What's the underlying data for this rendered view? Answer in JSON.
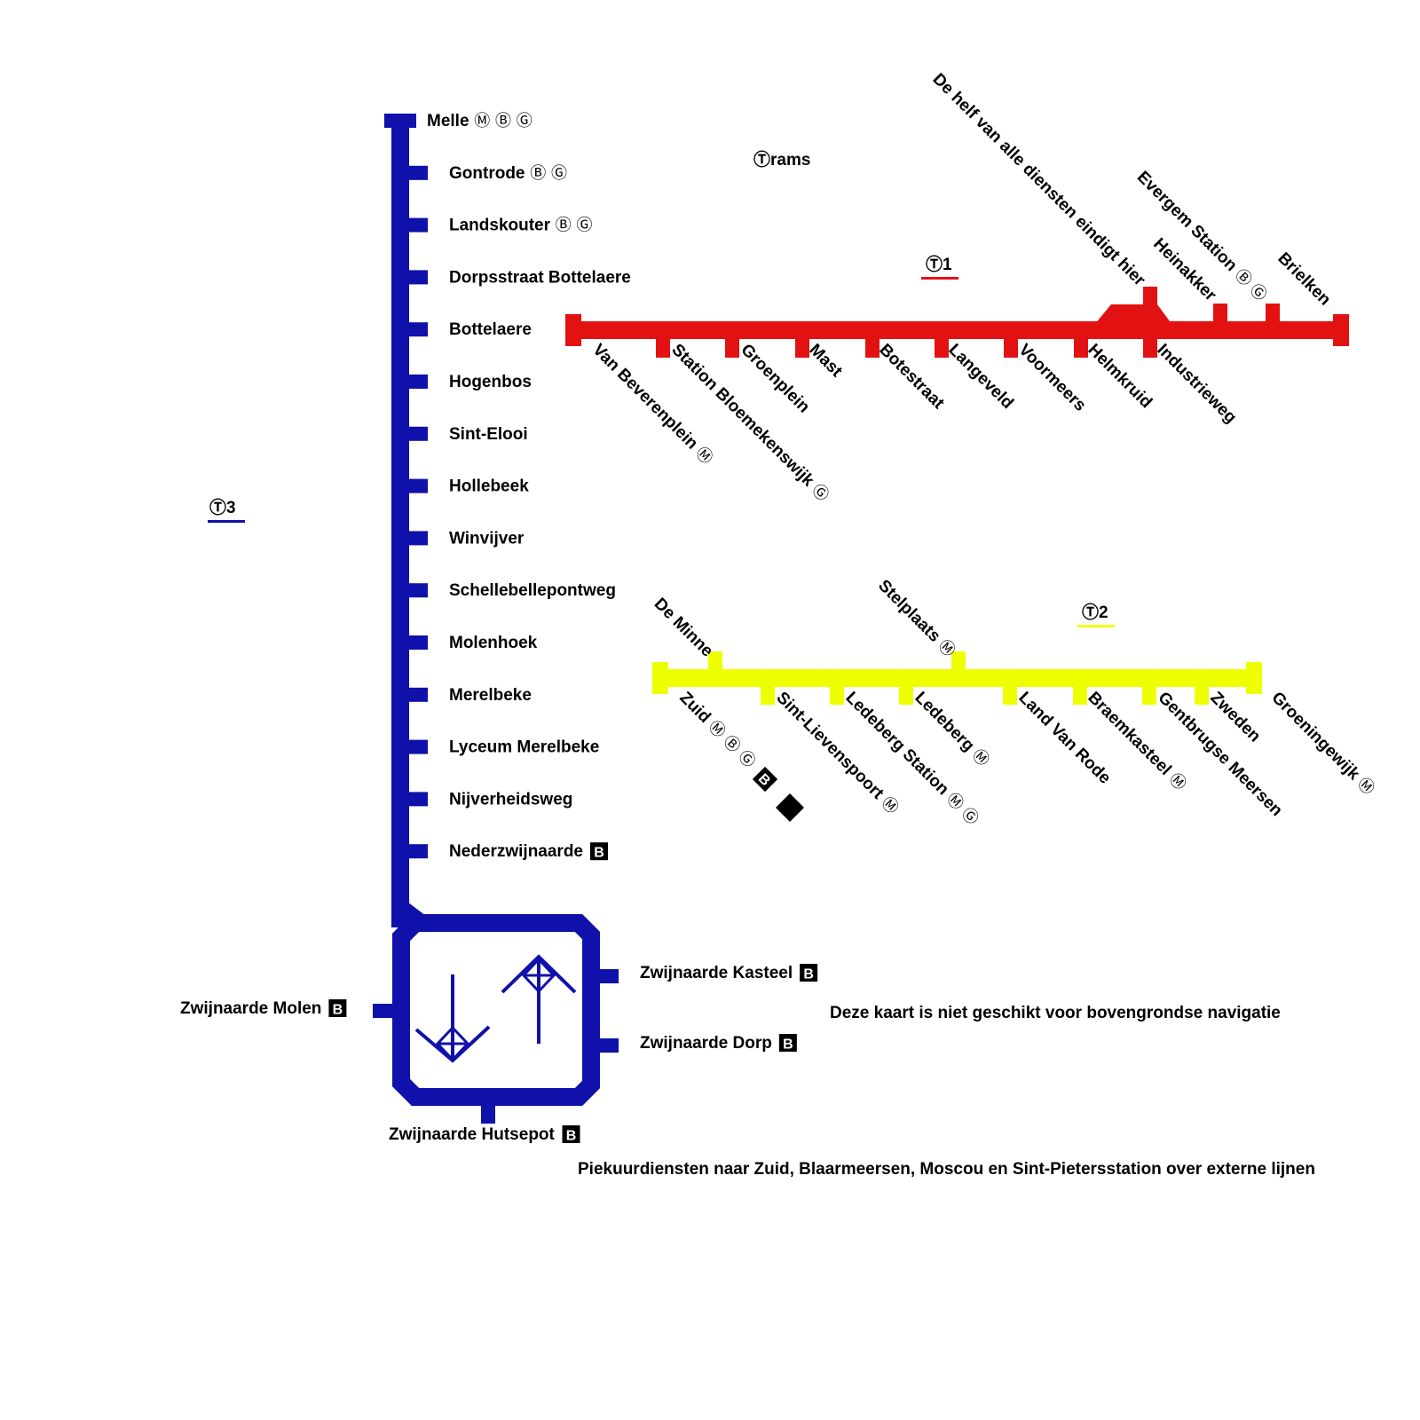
{
  "title": "Ⓣrams",
  "notes": {
    "half_services": "De helf van alle diensten eindigt hier",
    "navigation": "Deze kaart is niet geschikt voor bovengrondse navigatie",
    "peak": "Piekuurdiensten naar Zuid, Blaarmeersen, Moscou en Sint-Pietersstation over externe lijnen"
  },
  "lines": {
    "t1": {
      "label": "Ⓣ1",
      "color": "#e31212",
      "stations": [
        {
          "name": "Van Beverenplein",
          "sym": "Ⓜ"
        },
        {
          "name": "Station Bloemekenswijk",
          "sym": "Ⓖ"
        },
        {
          "name": "Groenplein",
          "sym": ""
        },
        {
          "name": "Mast",
          "sym": ""
        },
        {
          "name": "Botestraat",
          "sym": ""
        },
        {
          "name": "Langeveld",
          "sym": ""
        },
        {
          "name": "Voormeers",
          "sym": ""
        },
        {
          "name": "Helmkruid",
          "sym": ""
        },
        {
          "name": "Industrieweg",
          "sym": ""
        },
        {
          "name": "Heinakker",
          "sym": ""
        },
        {
          "name": "Evergem Station",
          "sym": "Ⓑ Ⓖ"
        },
        {
          "name": "Brielken",
          "sym": ""
        }
      ]
    },
    "t2": {
      "label": "Ⓣ2",
      "color": "#eeff00",
      "stations": [
        {
          "name": "De Minne",
          "sym": ""
        },
        {
          "name": "Zuid",
          "sym": "Ⓜ Ⓑ Ⓖ"
        },
        {
          "name": "Sint-Lievenspoort",
          "sym": "Ⓜ"
        },
        {
          "name": "Ledeberg Station",
          "sym": "Ⓜ Ⓖ"
        },
        {
          "name": "Ledeberg",
          "sym": "Ⓜ"
        },
        {
          "name": "Stelplaats",
          "sym": "Ⓜ"
        },
        {
          "name": "Land Van Rode",
          "sym": ""
        },
        {
          "name": "Braemkasteel",
          "sym": "Ⓜ"
        },
        {
          "name": "Gentbrugse Meersen",
          "sym": ""
        },
        {
          "name": "Zweden",
          "sym": ""
        },
        {
          "name": "Groeningewijk",
          "sym": "Ⓜ"
        }
      ]
    },
    "t3": {
      "label": "Ⓣ3",
      "color": "#1010aa",
      "stations": [
        {
          "name": "Melle",
          "sym": "Ⓜ Ⓑ Ⓖ"
        },
        {
          "name": "Gontrode",
          "sym": "Ⓑ Ⓖ"
        },
        {
          "name": "Landskouter",
          "sym": "Ⓑ Ⓖ"
        },
        {
          "name": "Dorpsstraat Bottelaere",
          "sym": ""
        },
        {
          "name": "Bottelaere",
          "sym": ""
        },
        {
          "name": "Hogenbos",
          "sym": ""
        },
        {
          "name": "Sint-Elooi",
          "sym": ""
        },
        {
          "name": "Hollebeek",
          "sym": ""
        },
        {
          "name": "Winvijver",
          "sym": ""
        },
        {
          "name": "Schellebellepontweg",
          "sym": ""
        },
        {
          "name": "Molenhoek",
          "sym": ""
        },
        {
          "name": "Merelbeke",
          "sym": ""
        },
        {
          "name": "Lyceum Merelbeke",
          "sym": ""
        },
        {
          "name": "Nijverheidsweg",
          "sym": ""
        },
        {
          "name": "Nederzwijnaarde",
          "sym": "B"
        },
        {
          "name": "Zwijnaarde Kasteel",
          "sym": "B"
        },
        {
          "name": "Zwijnaarde Dorp",
          "sym": "B"
        },
        {
          "name": "Zwijnaarde Hutsepot",
          "sym": "B"
        },
        {
          "name": "Zwijnaarde Molen",
          "sym": "B"
        }
      ]
    }
  }
}
